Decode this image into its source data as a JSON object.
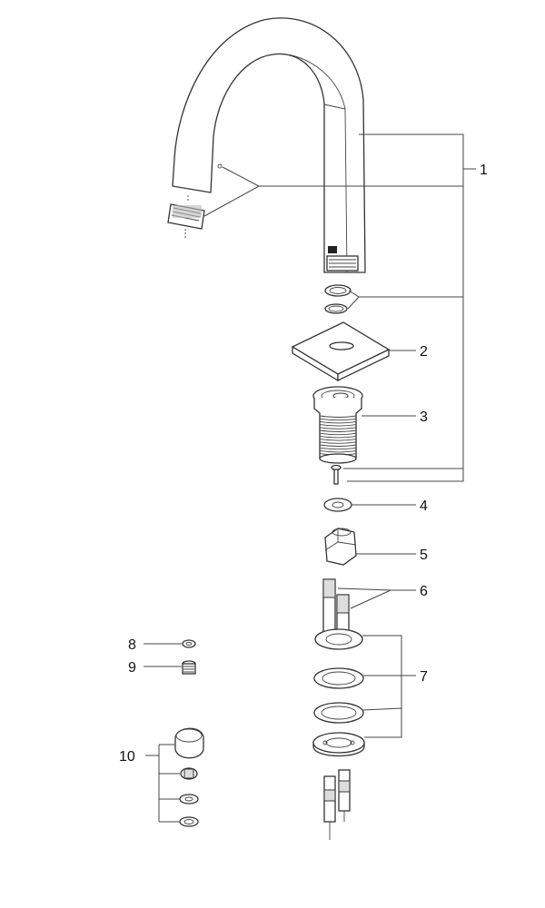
{
  "diagram": {
    "callouts": [
      {
        "id": "1",
        "label": "1"
      },
      {
        "id": "2",
        "label": "2"
      },
      {
        "id": "3",
        "label": "3"
      },
      {
        "id": "4",
        "label": "4"
      },
      {
        "id": "5",
        "label": "5"
      },
      {
        "id": "6",
        "label": "6"
      },
      {
        "id": "7",
        "label": "7"
      },
      {
        "id": "8",
        "label": "8"
      },
      {
        "id": "9",
        "label": "9"
      },
      {
        "id": "10",
        "label": "10"
      }
    ]
  },
  "colors": {
    "line": "#333333",
    "background": "#ffffff"
  }
}
